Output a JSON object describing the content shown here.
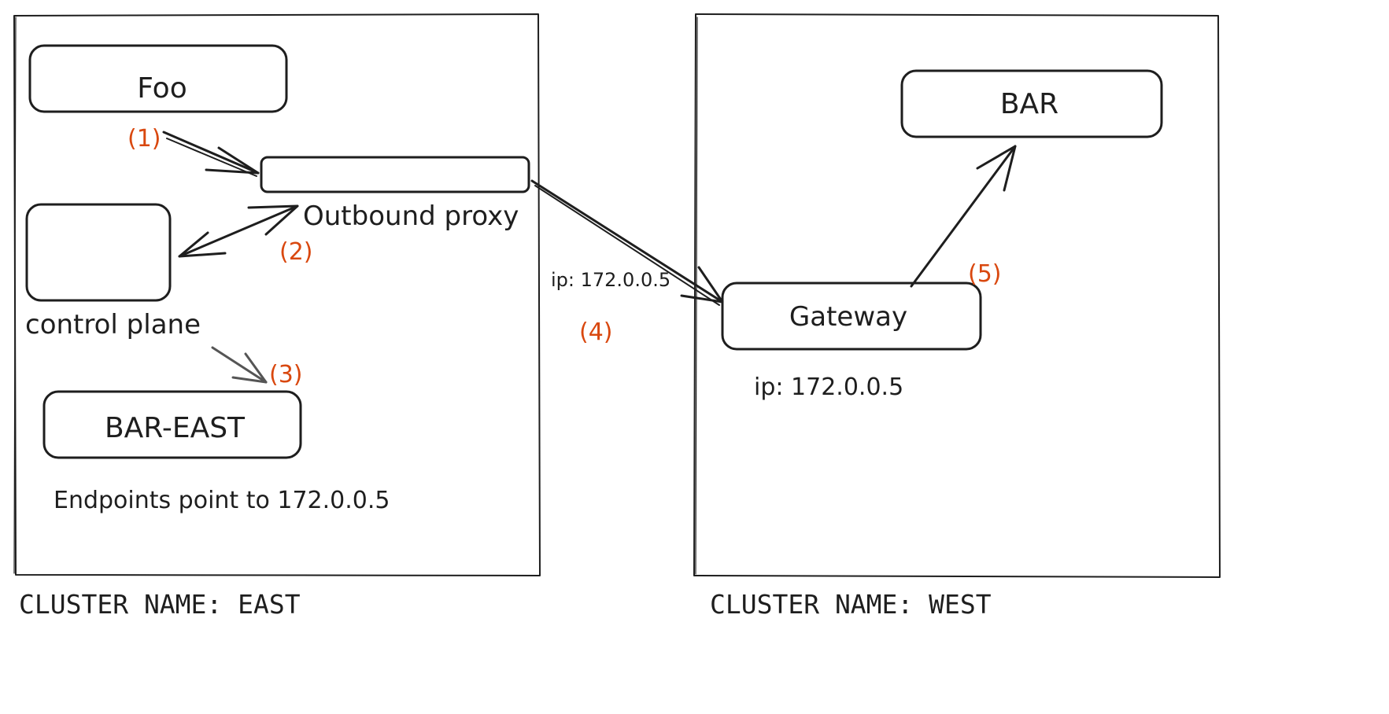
{
  "clusters": {
    "east": {
      "caption": "CLUSTER NAME: EAST"
    },
    "west": {
      "caption": "CLUSTER NAME: WEST"
    }
  },
  "nodes": {
    "foo": "Foo",
    "outbound_proxy": "Outbound proxy",
    "control_plane": "control plane",
    "bar_east": "BAR-EAST",
    "gateway": "Gateway",
    "bar": "BAR"
  },
  "labels": {
    "endpoints_note": "Endpoints point to 172.0.0.5",
    "link_ip": "ip: 172.0.0.5",
    "gateway_ip": "ip: 172.0.0.5"
  },
  "steps": {
    "s1": "(1)",
    "s2": "(2)",
    "s3": "(3)",
    "s4": "(4)",
    "s5": "(5)"
  },
  "colors": {
    "ink": "#1e1e1e",
    "step": "#d9480f",
    "hatch_grey": "#c3c7cd",
    "hatch_red": "#f03e3e"
  }
}
